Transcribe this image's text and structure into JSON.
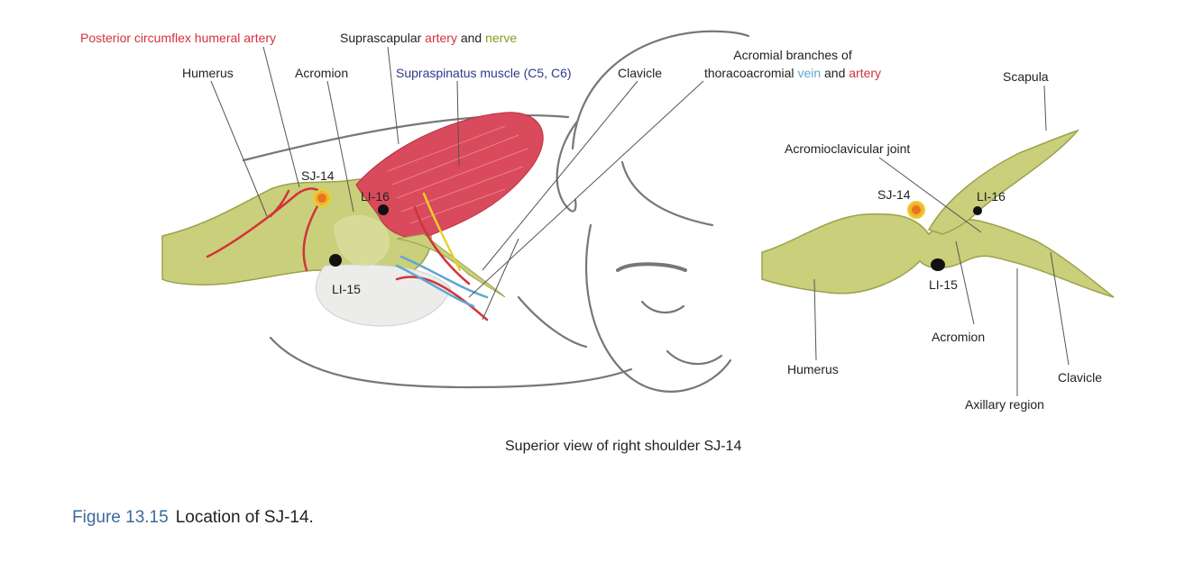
{
  "colors": {
    "bone": "#c9cf7a",
    "bone_dark": "#9ea04d",
    "muscle": "#d94a5c",
    "artery": "#d2333a",
    "vein": "#5ea7cf",
    "nerve": "#e6d22a",
    "point_sj14": "#f2b233",
    "outline": "#777777"
  },
  "left_view": {
    "posterior_circumflex": "Posterior circumflex humeral artery",
    "suprascapular_prefix": "Suprascapular",
    "suprascapular_artery": "artery",
    "suprascapular_and": "and",
    "suprascapular_nerve": "nerve",
    "humerus": "Humerus",
    "acromion": "Acromion",
    "supraspinatus": "Supraspinatus muscle (C5, C6)",
    "clavicle": "Clavicle",
    "acromial_line1": "Acromial branches of",
    "acromial_line2_prefix": "thoracoacromial",
    "acromial_vein": "vein",
    "acromial_and": "and",
    "acromial_artery": "artery",
    "sj14": "SJ-14",
    "li16": "LI-16",
    "li15": "LI-15"
  },
  "right_view": {
    "scapula": "Scapula",
    "ac_joint": "Acromioclavicular joint",
    "sj14": "SJ-14",
    "li16": "LI-16",
    "li15": "LI-15",
    "acromion": "Acromion",
    "humerus": "Humerus",
    "clavicle": "Clavicle",
    "axillary": "Axillary region"
  },
  "caption": "Superior view of right shoulder SJ-14",
  "figure": {
    "number": "Figure 13.15",
    "title": "Location of SJ-14."
  }
}
